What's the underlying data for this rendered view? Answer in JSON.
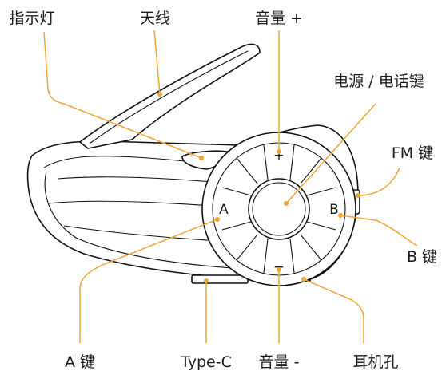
{
  "labels": {
    "indicator": "指示灯",
    "antenna": "天线",
    "volume_up": "音量 +",
    "power_phone": "电源 / 电话键",
    "fm": "FM 键",
    "b_key": "B 键",
    "a_key": "A 键",
    "type_c": "Type-C",
    "volume_down": "音量 -",
    "earphone_jack": "耳机孔"
  },
  "button_marks": {
    "plus": "+",
    "minus": "−",
    "a": "A",
    "b": "B"
  },
  "colors": {
    "leader": "#f0a637",
    "outline": "#111111",
    "text": "#1a1a1a",
    "background": "#ffffff"
  }
}
